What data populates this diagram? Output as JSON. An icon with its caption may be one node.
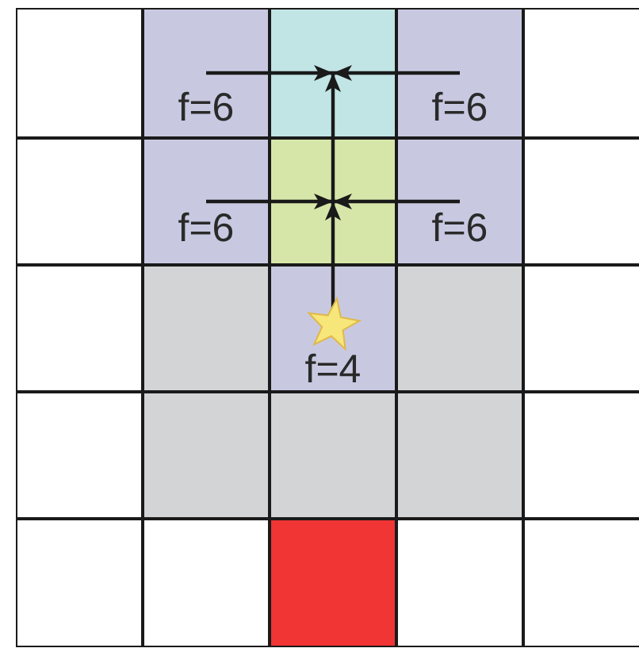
{
  "diagram": {
    "nodes": [
      {
        "text": [],
        "shape": "box"
      },
      {
        "text": [
          "f=6"
        ]
      },
      {
        "text": [],
        "shape": "box"
      },
      {
        "text": [
          "f=6"
        ]
      },
      {
        "text": [],
        "shape": "box"
      },
      {
        "text": [],
        "shape": "box"
      },
      {
        "text": [
          "f=6"
        ]
      },
      {
        "text": [],
        "shape": "box"
      },
      {
        "text": [
          "f=6"
        ]
      },
      {
        "text": [],
        "shape": "box"
      },
      {
        "text": [],
        "shape": "box"
      },
      {
        "text": [],
        "shape": "box"
      },
      {
        "text": [
          "f=4"
        ]
      },
      {
        "text": [],
        "shape": "box"
      },
      {
        "text": [],
        "shape": "box"
      },
      {
        "text": [],
        "shape": "box"
      },
      {
        "text": [],
        "shape": "box"
      },
      {
        "text": [],
        "shape": "box"
      },
      {
        "text": [],
        "shape": "box"
      },
      {
        "text": [],
        "shape": "box"
      },
      {
        "text": [],
        "shape": "box"
      },
      {
        "text": [],
        "shape": "box"
      },
      {
        "text": [],
        "shape": "box"
      },
      {
        "text": [],
        "shape": "box"
      },
      {
        "text": [],
        "shape": "box"
      }
    ],
    "edges": [
      {
        "from": 1,
        "to": 2,
        "arrow": "to"
      },
      {
        "from": 3,
        "to": 2,
        "arrow": "to"
      },
      {
        "from": 6,
        "to": 7,
        "arrow": "to"
      },
      {
        "from": 8,
        "to": 7,
        "arrow": "to"
      },
      {
        "from": 12,
        "to": 7,
        "arrow": "to"
      },
      {
        "from": 7,
        "to": 2,
        "arrow": "to"
      }
    ]
  }
}
